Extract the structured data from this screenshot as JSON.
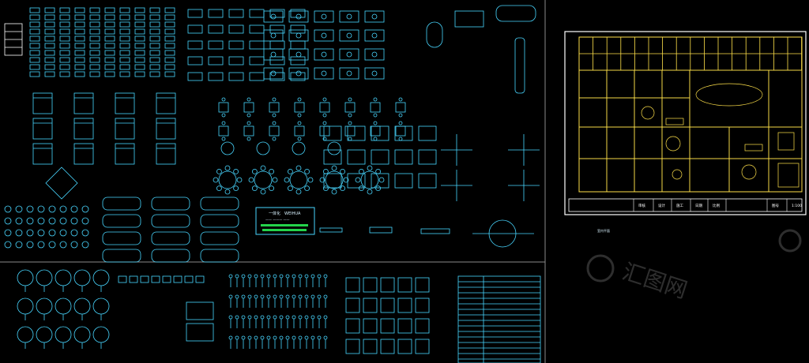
{
  "app": {
    "title": "CAD block library",
    "colors": {
      "background": "#000000",
      "cyan": "#48d6ff",
      "white": "#ffffff",
      "yellow": "#ffe14a",
      "green": "#24d34b",
      "red": "#ff3030",
      "border_gray": "#8a8a8a"
    }
  },
  "left_sheet": {
    "sign_title": "一体化",
    "sign_subtitle": "WEIHUA",
    "sign_line": "—— ——— ——"
  },
  "right_sheet": {
    "title_block_cells": [
      "审核",
      "设计",
      "施工",
      "日期",
      "比例",
      "",
      "图号",
      "1:100"
    ],
    "caption": "室内平面"
  },
  "watermark": {
    "text": "汇图网"
  }
}
